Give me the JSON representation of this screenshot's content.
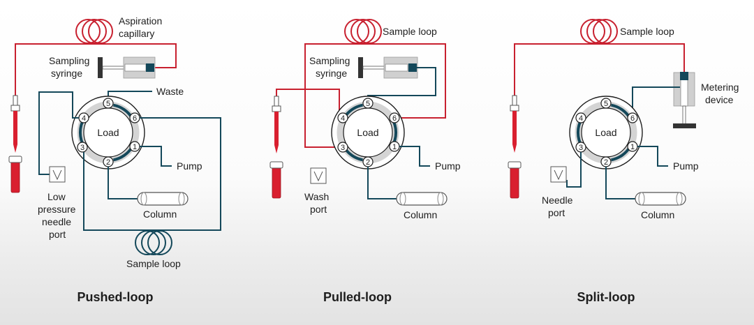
{
  "colors": {
    "capillary_red": "#c8202f",
    "tubing_blue": "#14485a",
    "valve_gray": "#d4d4d4"
  },
  "valve": {
    "center_label": "Load",
    "ports": [
      "1",
      "2",
      "3",
      "4",
      "5",
      "6"
    ]
  },
  "pushed": {
    "title": "Pushed-loop",
    "aspiration": [
      "Aspiration",
      "capillary"
    ],
    "syringe": [
      "Sampling",
      "syringe"
    ],
    "waste": "Waste",
    "pump": "Pump",
    "column": "Column",
    "needle_port": [
      "Low",
      "pressure",
      "needle",
      "port"
    ],
    "sample_loop": "Sample loop"
  },
  "pulled": {
    "title": "Pulled-loop",
    "sample_loop": "Sample loop",
    "syringe": [
      "Sampling",
      "syringe"
    ],
    "pump": "Pump",
    "column": "Column",
    "wash_port": [
      "Wash",
      "port"
    ]
  },
  "split": {
    "title": "Split-loop",
    "sample_loop": "Sample loop",
    "metering": [
      "Metering",
      "device"
    ],
    "pump": "Pump",
    "column": "Column",
    "needle_port": [
      "Needle",
      "port"
    ]
  }
}
